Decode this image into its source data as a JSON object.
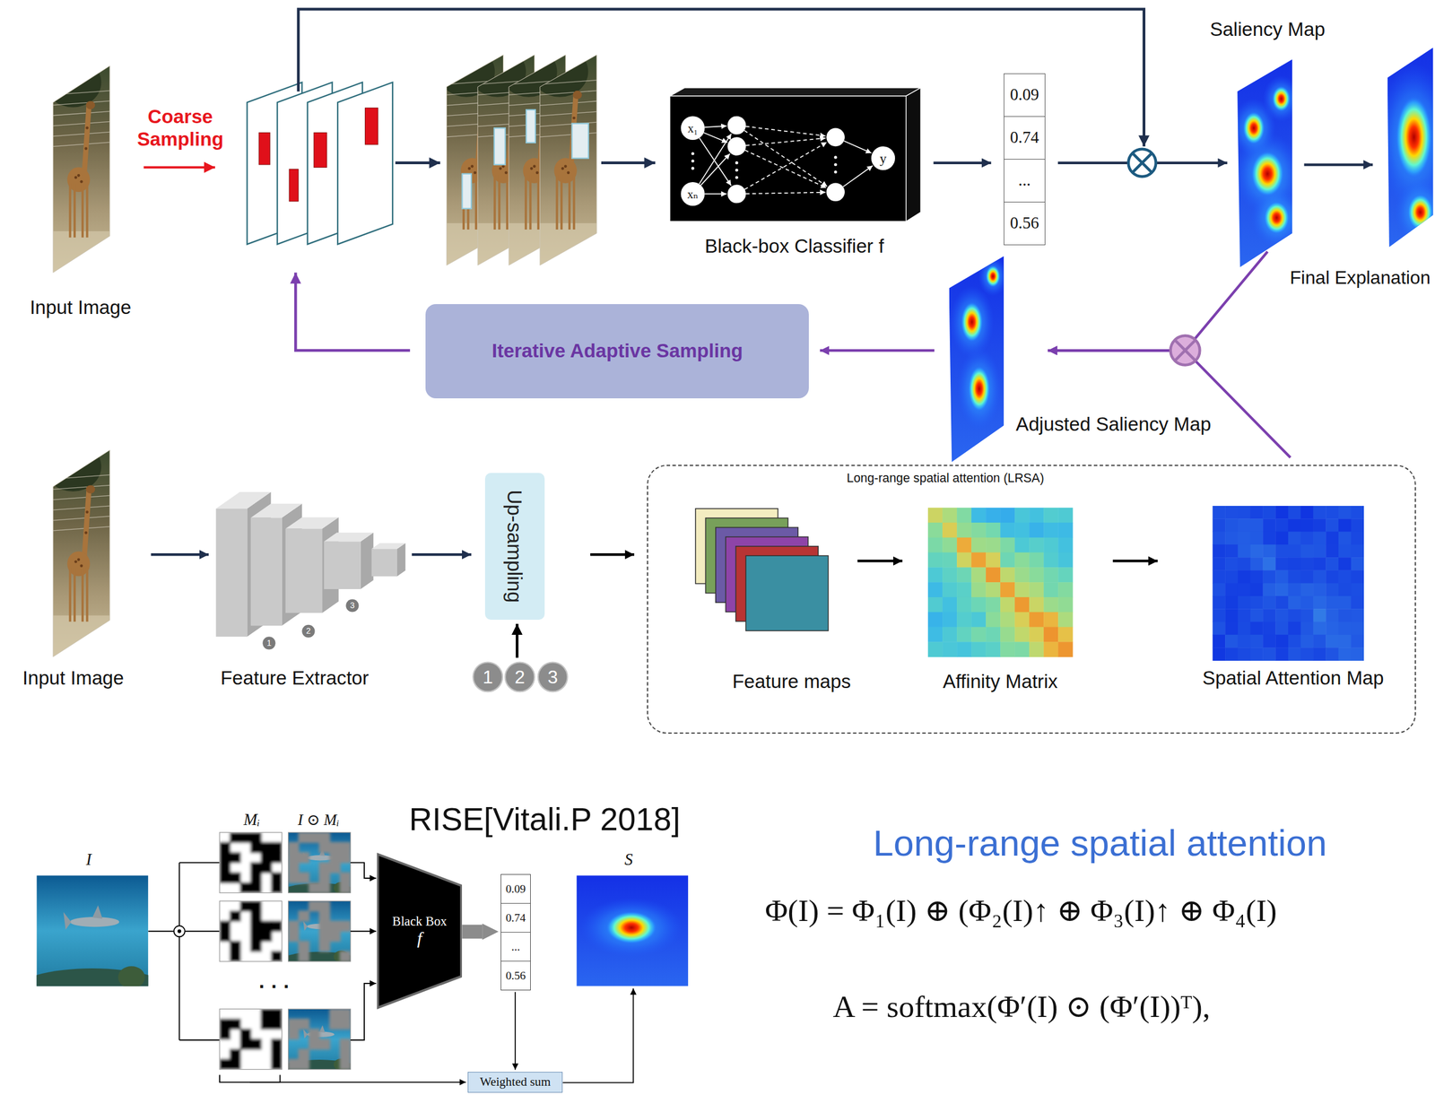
{
  "diagram": {
    "nodes": [
      {
        "text": [
          "Input Image"
        ]
      },
      {
        "text": [
          "Black-box Classifier f"
        ]
      },
      {
        "text": [
          "0.09",
          "0.74",
          "...",
          "0.56"
        ]
      },
      {
        "text": [
          "Saliency Map"
        ]
      },
      {
        "text": [
          "Final Explanation"
        ]
      },
      {
        "text": [
          "Iterative Adaptive Sampling"
        ]
      },
      {
        "text": [
          "Adjusted Saliency Map"
        ]
      },
      {
        "text": [
          "Input Image"
        ]
      },
      {
        "text": [
          "Feature Extractor"
        ]
      },
      {
        "text": [
          "Up-sampling"
        ]
      },
      {
        "text": [
          "Long-range spatial attention (LRSA)"
        ]
      },
      {
        "text": [
          "Feature maps"
        ],
        "in": 10
      },
      {
        "text": [
          "Affinity Matrix"
        ],
        "in": 10
      },
      {
        "text": [
          "Spatial Attention Map"
        ],
        "in": 10
      },
      {
        "text": [
          "I"
        ]
      },
      {
        "text": [
          "Black Box",
          "f"
        ]
      },
      {
        "text": [
          "0.09",
          "0.74",
          "...",
          "0.56"
        ]
      },
      {
        "text": [
          "S"
        ]
      },
      {
        "text": [
          "Weighted sum"
        ]
      }
    ],
    "edges": [
      {
        "from": 1,
        "to": 2,
        "arrow": "to"
      },
      {
        "from": 2,
        "to": 3,
        "arrow": "to"
      },
      {
        "from": 3,
        "to": 4,
        "arrow": "to"
      },
      {
        "from": 3,
        "to": 6,
        "arrow": "to"
      },
      {
        "from": 13,
        "to": 6,
        "arrow": "to"
      },
      {
        "from": 6,
        "to": 5,
        "arrow": "to"
      },
      {
        "from": 7,
        "to": 8,
        "arrow": "to"
      },
      {
        "from": 8,
        "to": 9,
        "arrow": "to"
      },
      {
        "from": 9,
        "to": 10,
        "arrow": "to"
      },
      {
        "from": 11,
        "to": 12,
        "arrow": "to"
      },
      {
        "from": 12,
        "to": 13,
        "arrow": "to"
      },
      {
        "from": 15,
        "to": 16,
        "arrow": "to"
      },
      {
        "from": 16,
        "to": 18,
        "arrow": "to"
      },
      {
        "from": 18,
        "to": 17,
        "arrow": "to"
      }
    ],
    "labels": [
      "Coarse Sampling",
      "x₁",
      "xₙ",
      "y",
      "1",
      "2",
      "3",
      "1",
      "2",
      "3",
      "RISE[Vitali.P 2018]",
      "Mᵢ",
      "I ⊙ Mᵢ",
      "· · ·",
      "Long-range spatial attention",
      "Φ(I) = Φ₁(I) ⊕ (Φ₂(I)↑ ⊕ Φ₃(I)↑ ⊕ Φ₄(I)",
      "A = softmax(Φ′(I) ⊙ (Φ′(I))ᵀ),"
    ]
  }
}
